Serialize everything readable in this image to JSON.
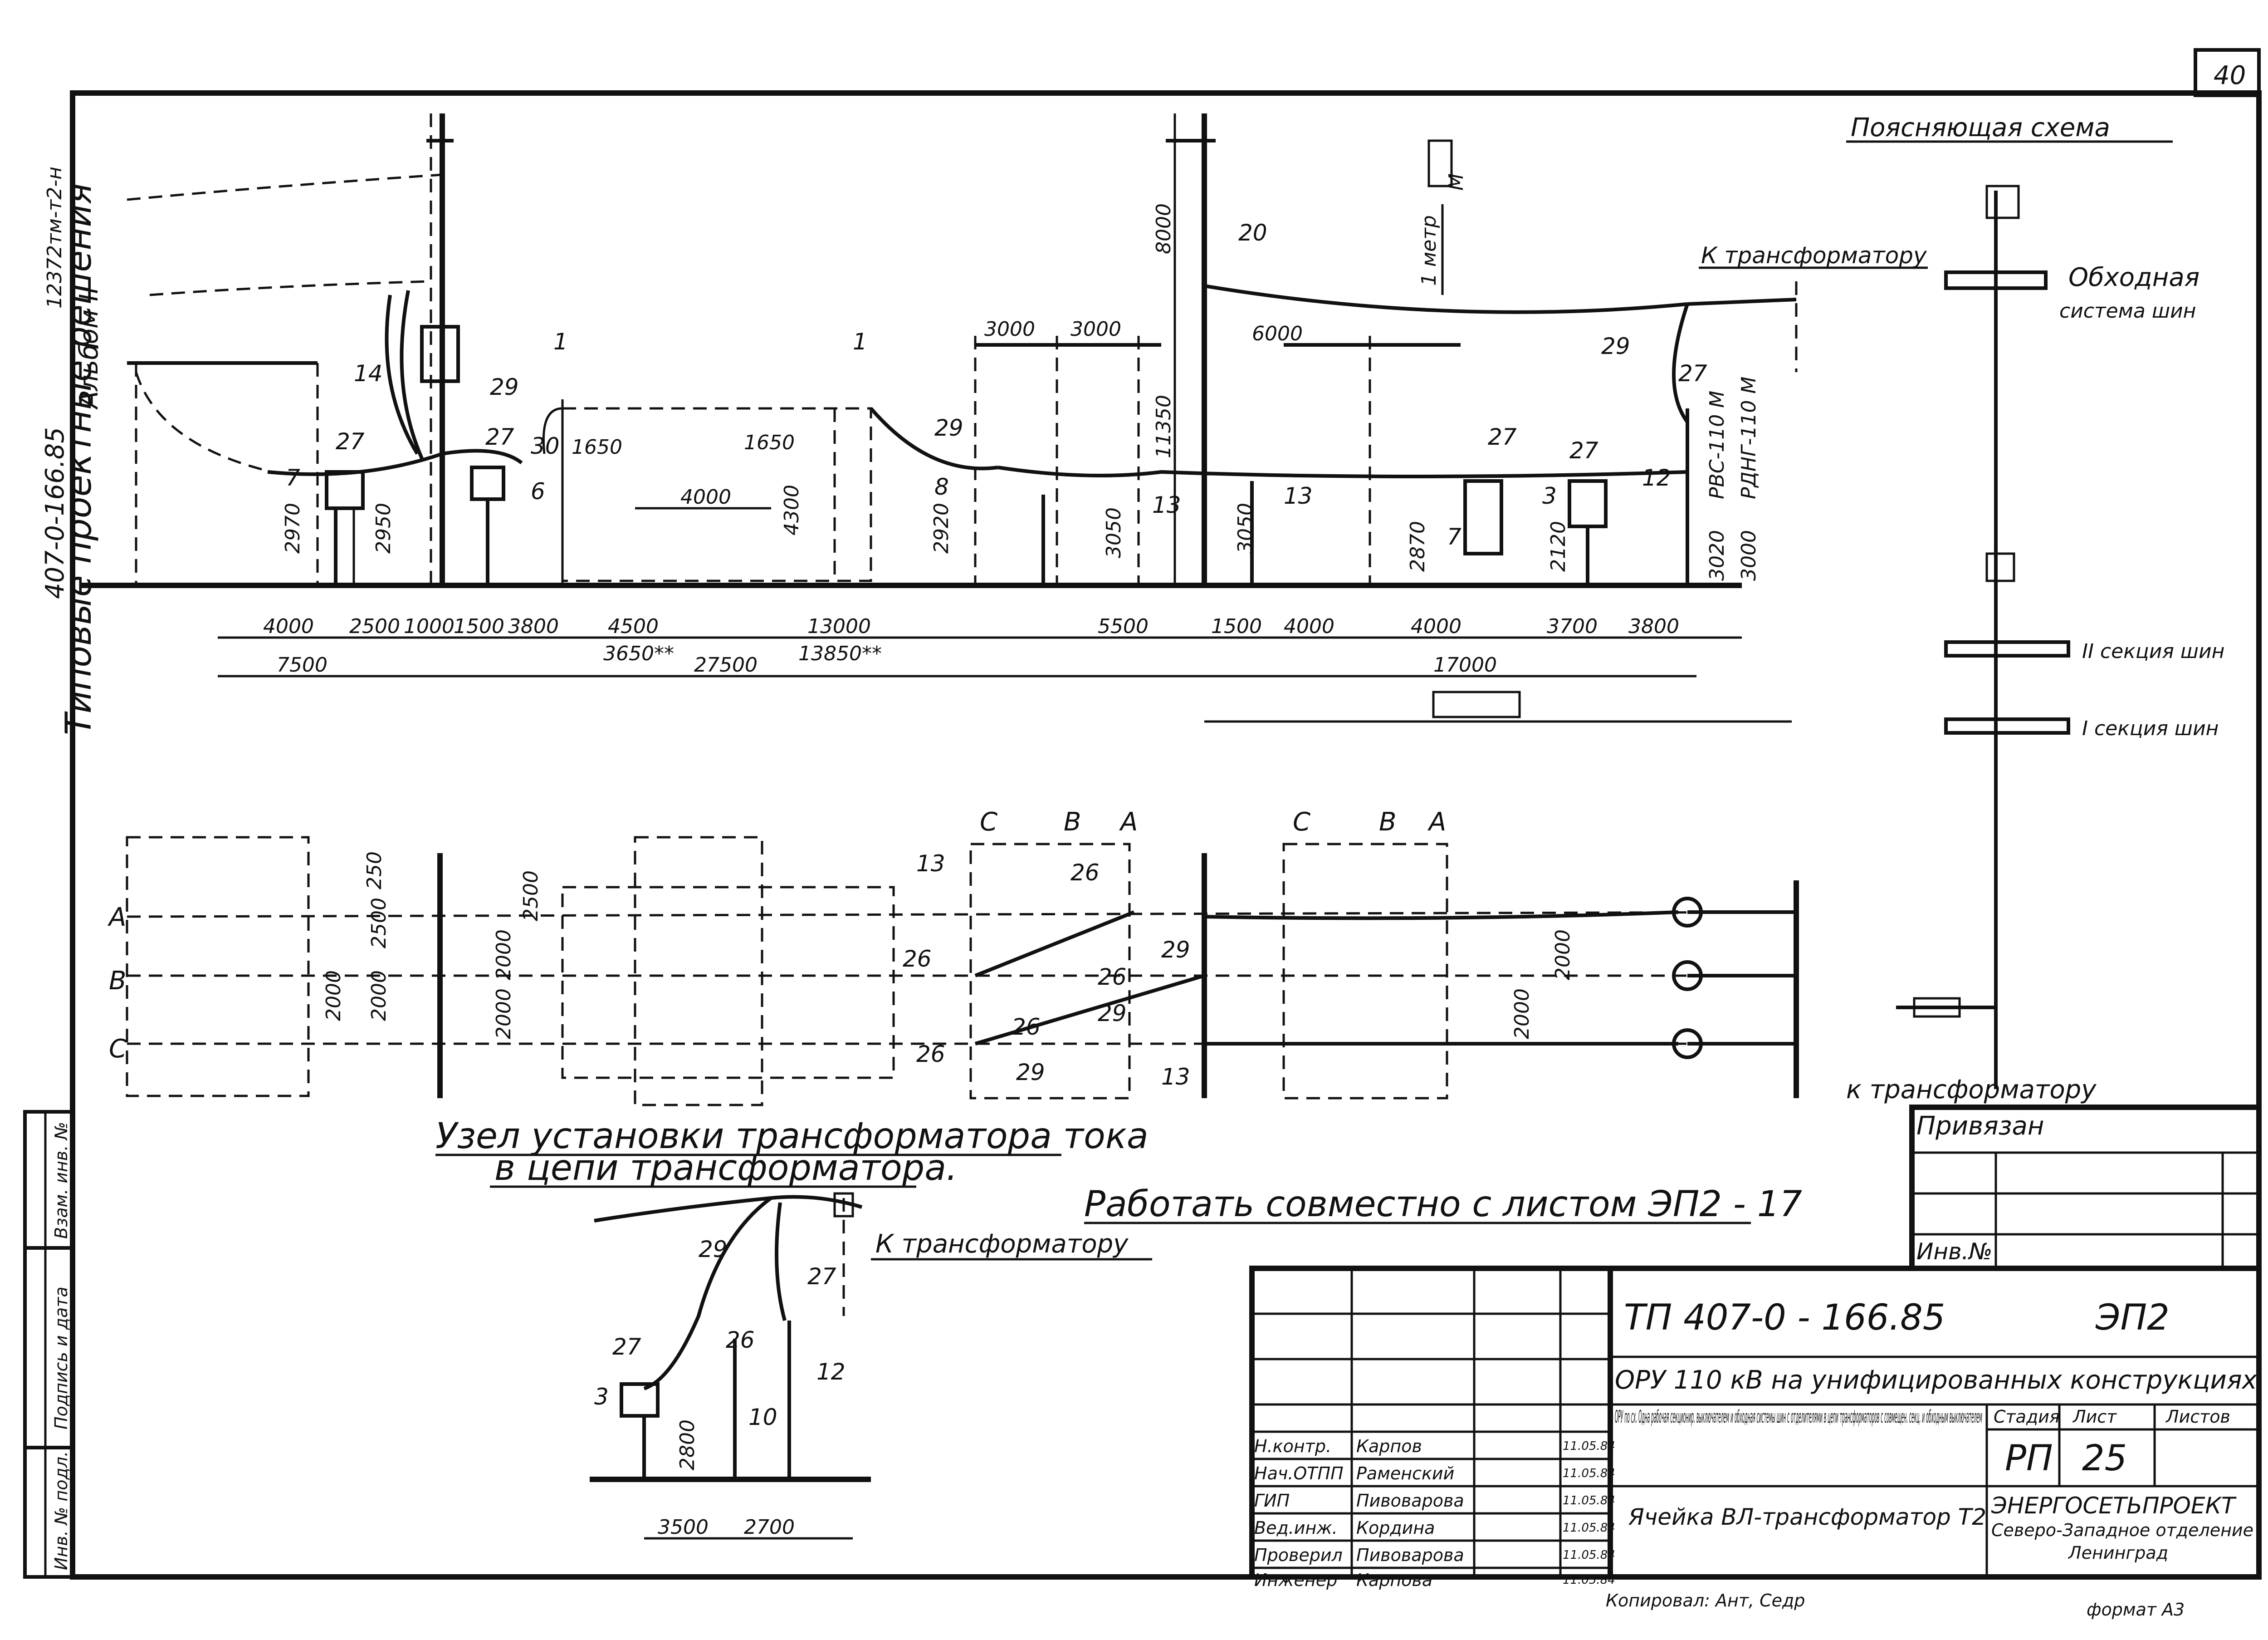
{
  "sheet": {
    "page_corner": "40",
    "side_code": "12372тм-т2-н",
    "side_project": "407-0-166.85",
    "side_album": "Альбом II",
    "side_series": "Типовые проектные решения"
  },
  "section_view": {
    "callouts": [
      "1",
      "1",
      "14",
      "27",
      "7",
      "29",
      "27",
      "30",
      "6",
      "29",
      "8",
      "13",
      "13",
      "20",
      "27",
      "7",
      "27",
      "3",
      "29",
      "27",
      "12"
    ],
    "dims_vertical": [
      "2970",
      "2950",
      "2920",
      "3050",
      "2870",
      "2120",
      "3020",
      "3000",
      "3050",
      "4300",
      "11350",
      "8000"
    ],
    "dims_top": [
      "3000",
      "3000",
      "6000",
      "1650",
      "1650",
      "4000"
    ],
    "insulator_labels": [
      "РВС-110 М",
      "РДНГ-110 М"
    ],
    "marker_m": "М",
    "marker_h": "1 метр",
    "to_transformer": "К трансформатору",
    "dims_row1": [
      "4000",
      "2500",
      "1000",
      "1500",
      "3800",
      "4500",
      "13000",
      "5500",
      "1500",
      "4000",
      "4000",
      "3700",
      "3800"
    ],
    "dims_row1_sub": [
      "3650**",
      "13850**"
    ],
    "dims_row2": [
      "7500",
      "27500",
      "17000"
    ]
  },
  "plan_view": {
    "phases": [
      "А",
      "В",
      "С"
    ],
    "bays_left": [
      "С",
      "В",
      "А"
    ],
    "bays_right": [
      "С",
      "В",
      "А"
    ],
    "callouts": [
      "13",
      "26",
      "26",
      "26",
      "26",
      "26",
      "29",
      "29",
      "29",
      "13"
    ],
    "dims": [
      "2500",
      "2000",
      "2000",
      "250",
      "2500",
      "2000",
      "2000",
      "2000",
      "2000"
    ],
    "to_transformer": "к трансформатору"
  },
  "node_detail": {
    "title_line1": "Узел установки трансформатора тока",
    "title_line2": "в цепи трансформатора.",
    "to_transformer": "К трансформатору",
    "callouts": [
      "29",
      "27",
      "27",
      "26",
      "12",
      "3",
      "10"
    ],
    "dims": [
      "2800",
      "3500",
      "2700"
    ]
  },
  "note": "Работать совместно с листом ЭП2 - 17",
  "scheme": {
    "title": "Поясняющая схема",
    "bypass_bus": "Обходная",
    "bypass_bus2": "система шин",
    "section2": "II секция шин",
    "section1": "I секция шин"
  },
  "stamp_small": {
    "title": "Привязан",
    "inv": "Инв.№"
  },
  "left_strip": [
    "Инв. № подл.",
    "Подпись и дата",
    "Взам. инв. №"
  ],
  "title_block": {
    "doc_code": "ТП 407-0 - 166.85",
    "sheet_code": "ЭП2",
    "project_name": "ОРУ 110 кВ на унифицированных конструкциях",
    "description": "ОРУ по сх. Одна рабочая секционир. выключателем и обходная системы шин с отделителями в цепи трансформаторов с совмещен. секц. и обходным выключателем",
    "cell_name": "Ячейка ВЛ-трансформатор Т2",
    "stage_h": "Стадия",
    "sheet_h": "Лист",
    "sheets_h": "Листов",
    "stage": "РП",
    "sheet_no": "25",
    "org1": "ЭНЕРГОСЕТЬПРОЕКТ",
    "org2": "Северо-Западное отделение",
    "org3": "Ленинград",
    "roles": [
      "Н.контр.",
      "Нач.ОТПП",
      "ГИП",
      "Вед.инж.",
      "Проверил",
      "Инженер"
    ],
    "names": [
      "Карпов",
      "Раменский",
      "Пивоварова",
      "Кордина",
      "Пивоварова",
      "Карпова"
    ],
    "dates": [
      "11.05.84",
      "11.05.84",
      "11.05.84",
      "11.05.84",
      "11.05.84",
      "11.05.84"
    ],
    "copied": "Копировал: Ант, Седр",
    "format": "формат А3"
  }
}
